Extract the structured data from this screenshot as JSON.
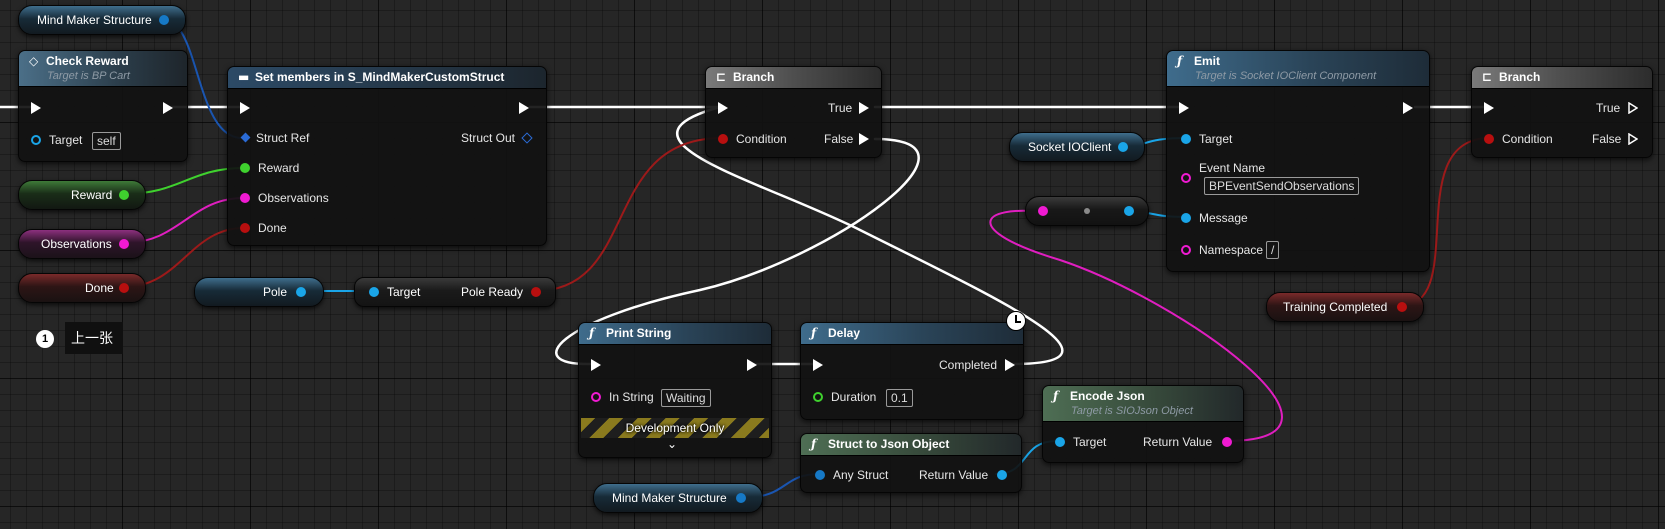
{
  "nodes": {
    "check_reward": {
      "title": "Check Reward",
      "subtitle": "Target is BP Cart",
      "target_label": "Target",
      "target_value": "self"
    },
    "set_members": {
      "title": "Set members in S_MindMakerCustomStruct",
      "struct_ref": "Struct Ref",
      "struct_out": "Struct Out",
      "reward": "Reward",
      "observations": "Observations",
      "done": "Done"
    },
    "branch1": {
      "title": "Branch",
      "true": "True",
      "false": "False",
      "condition": "Condition"
    },
    "emit": {
      "title": "Emit",
      "subtitle": "Target is Socket IOClient Component",
      "target": "Target",
      "event_name": "Event Name",
      "event_value": "BPEventSendObservations",
      "message": "Message",
      "namespace": "Namespace",
      "namespace_value": "/"
    },
    "branch2": {
      "title": "Branch",
      "true": "True",
      "false": "False",
      "condition": "Condition"
    },
    "pole_ready": {
      "target": "Target",
      "output": "Pole Ready"
    },
    "print_string": {
      "title": "Print String",
      "in_string": "In String",
      "in_string_value": "Waiting",
      "dev_only": "Development Only"
    },
    "delay": {
      "title": "Delay",
      "completed": "Completed",
      "duration": "Duration",
      "duration_value": "0.1"
    },
    "encode_json": {
      "title": "Encode Json",
      "subtitle": "Target is SIOJson Object",
      "target": "Target",
      "return_value": "Return Value"
    },
    "struct_to_json": {
      "title": "Struct to Json Object",
      "any_struct": "Any Struct",
      "return_value": "Return Value"
    }
  },
  "variables": {
    "mind_maker_top": "Mind Maker Structure",
    "reward": "Reward",
    "observations": "Observations",
    "done": "Done",
    "pole": "Pole",
    "socket": "Socket IOClient",
    "training_completed": "Training Completed",
    "mind_maker_bottom": "Mind Maker Structure"
  },
  "comment": {
    "number": "1",
    "text": "上一张"
  },
  "colors": {
    "exec_wire": "#ffffff",
    "bool_wire": "#9c1a1a",
    "object_wire": "#1aa5e8",
    "struct_wire": "#1a55b0",
    "float_wire": "#3fd12e",
    "array_wire": "#e01ec0"
  },
  "icons": {
    "function": "function-icon",
    "branch": "branch-icon",
    "event": "event-icon",
    "clock": "clock-icon",
    "expand": "chevron-down-icon"
  }
}
